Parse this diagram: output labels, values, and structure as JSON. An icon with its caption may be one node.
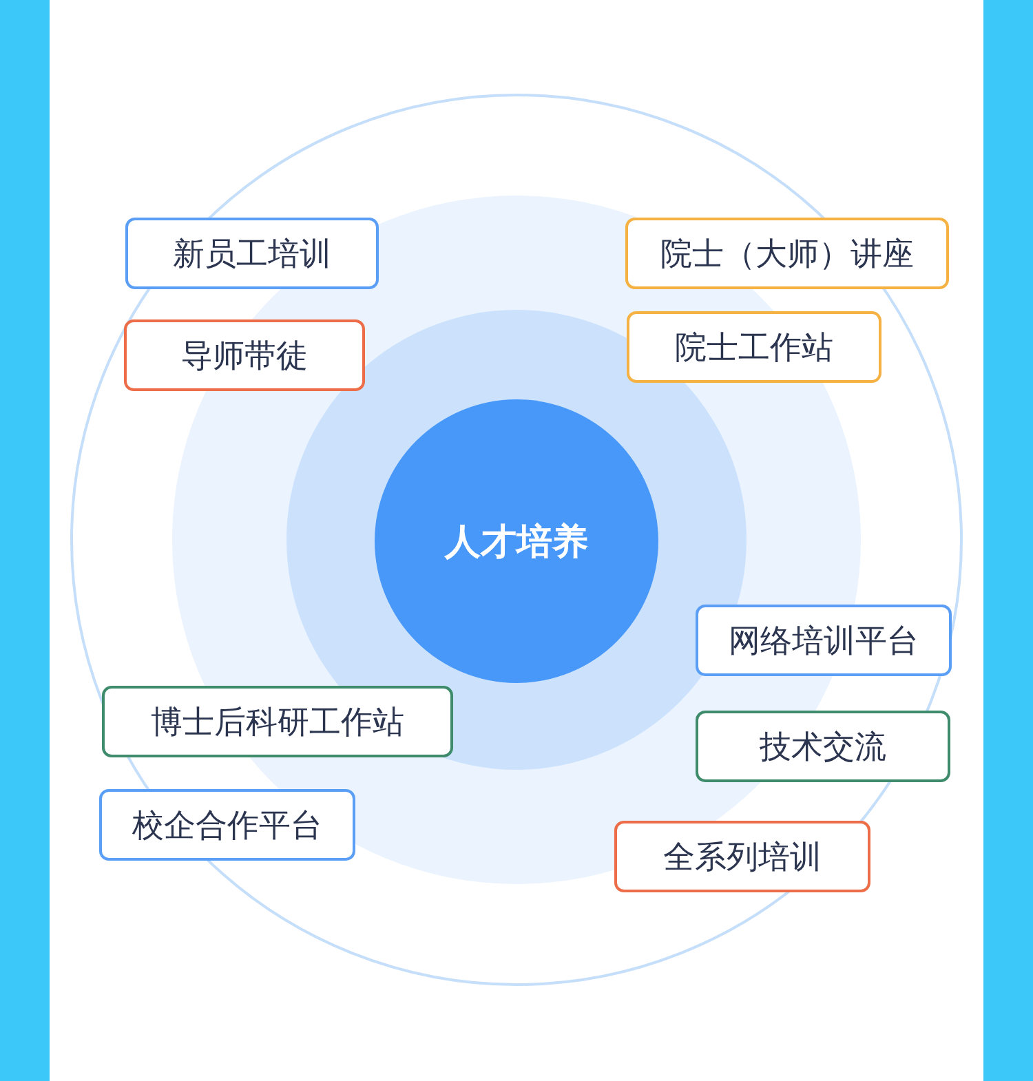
{
  "diagram": {
    "nodes": [
      {
        "text": [
          "新员工培训"
        ]
      },
      {
        "text": [
          "院士（大师）讲座"
        ]
      },
      {
        "text": [
          "导师带徒"
        ]
      },
      {
        "text": [
          "院士工作站"
        ]
      },
      {
        "text": [
          "人才培养"
        ]
      },
      {
        "text": [
          "网络培训平台"
        ]
      },
      {
        "text": [
          "博士后科研工作站"
        ]
      },
      {
        "text": [
          "技术交流"
        ]
      },
      {
        "text": [
          "校企合作平台"
        ]
      },
      {
        "text": [
          "全系列培训"
        ]
      }
    ]
  }
}
